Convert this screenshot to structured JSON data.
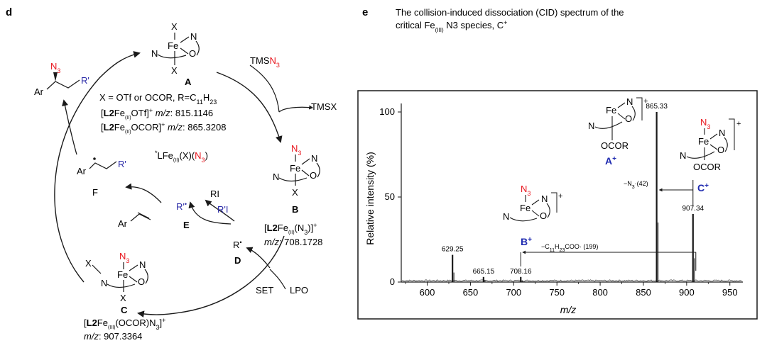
{
  "panel_d": {
    "label": "d",
    "complex_A": {
      "x": "X",
      "fe": "Fe",
      "n1": "N",
      "n2": "N",
      "o": "O",
      "label": "A"
    },
    "conditions_line1": "X = OTf or OCOR, R=C",
    "conditions_sub": "11",
    "conditions_h": "H",
    "conditions_h_sub": "23",
    "ion1_l2": "L2",
    "ion1_fe": "Fe",
    "ion1_ox": "(II)",
    "ion1_rest": "OTf]",
    "ion1_charge": "+",
    "ion1_mz_label": "m/z",
    "ion1_mz": ": 815.1146",
    "ion2_l2": "L2",
    "ion2_fe": "Fe",
    "ion2_ox": "(II)",
    "ion2_rest": "OCOR]",
    "ion2_charge": "+",
    "ion2_mz_label": "m/z",
    "ion2_mz": ": 865.3208",
    "lfe_star": "*",
    "lfe_text": "LFe",
    "lfe_ox": "(II)",
    "lfe_x": "(X)(",
    "lfe_n3": "N",
    "lfe_n3_sub": "3",
    "lfe_close": ")",
    "tmsn3": "TMS",
    "tmsn3_n": "N",
    "tmsn3_sub": "3",
    "tmsx": "TMSX",
    "product_ar": "Ar",
    "product_n3": "N",
    "product_n3_sub": "3",
    "product_r": "R'",
    "radical_ar": "Ar",
    "radical_r": "R'",
    "radical_label": "F",
    "alkene_ar": "Ar",
    "rad_E": "R'",
    "label_E": "E",
    "ri": "RI",
    "r_i": "R'I",
    "rad_D": "R",
    "label_D": "D",
    "set": "SET",
    "lpo": "LPO",
    "complex_B": {
      "n3": "N",
      "n3_sub": "3",
      "fe": "Fe",
      "n1": "N",
      "n2": "N",
      "o": "O",
      "x": "X",
      "label": "B"
    },
    "ionB_l2": "L2",
    "ionB_fe": "Fe",
    "ionB_ox": "(II)",
    "ionB_rest": "(N",
    "ionB_sub": "3",
    "ionB_close": ")]",
    "ionB_charge": "+",
    "ionB_mz_label": "m/z",
    "ionB_mz": ": 708.1728",
    "complex_C": {
      "x1": "X",
      "n3": "N",
      "n3_sub": "3",
      "fe": "Fe",
      "n1": "N",
      "n2": "N",
      "o": "O",
      "x2": "X",
      "label": "C"
    },
    "ionC_l2": "L2",
    "ionC_fe": "Fe",
    "ionC_ox": "(III)",
    "ionC_rest": "(OCOR)N",
    "ionC_sub": "3",
    "ionC_close": "]",
    "ionC_charge": "+",
    "ionC_mz_label": "m/z",
    "ionC_mz": ": 907.3364"
  },
  "panel_e": {
    "label": "e",
    "title_line1": "The collision-induced dissociation (CID) spectrum of the",
    "title_line2_a": "critical Fe",
    "title_line2_ox": "(III)",
    "title_line2_b": " N3 species, C",
    "title_line2_sup": "+"
  },
  "chart_data": {
    "type": "bar",
    "xlabel": "m/z",
    "ylabel": "Relative intensity (%)",
    "xlim": [
      570,
      965
    ],
    "ylim": [
      0,
      105
    ],
    "xticks": [
      600,
      650,
      700,
      750,
      800,
      850,
      900,
      950
    ],
    "yticks": [
      0,
      50,
      100
    ],
    "peaks": [
      {
        "x": 629.25,
        "y": 16,
        "label": "629.25"
      },
      {
        "x": 665.15,
        "y": 3,
        "label": "665.15"
      },
      {
        "x": 708.16,
        "y": 3,
        "label": "708.16"
      },
      {
        "x": 865.33,
        "y": 100,
        "label": "865.33"
      },
      {
        "x": 907.34,
        "y": 40,
        "label": "907.34"
      }
    ],
    "annotations": {
      "loss_n3": "−N",
      "loss_n3_sub": "3",
      "loss_n3_tail": "·(42)",
      "loss_acid": "−C",
      "loss_acid_sub1": "11",
      "loss_acid_h": "H",
      "loss_acid_sub2": "23",
      "loss_acid_tail": "COO· (199)"
    },
    "inset_A": {
      "fe": "Fe",
      "n1": "N",
      "n2": "N",
      "o": "O",
      "ocor": "OCOR",
      "label": "A",
      "charge": "+"
    },
    "inset_B": {
      "n3": "N",
      "n3_sub": "3",
      "fe": "Fe",
      "n1": "N",
      "n2": "N",
      "o": "O",
      "label": "B",
      "charge": "+"
    },
    "inset_C": {
      "n3": "N",
      "n3_sub": "3",
      "fe": "Fe",
      "n1": "N",
      "n2": "N",
      "o": "O",
      "ocor": "OCOR",
      "label": "C",
      "charge": "+"
    }
  }
}
